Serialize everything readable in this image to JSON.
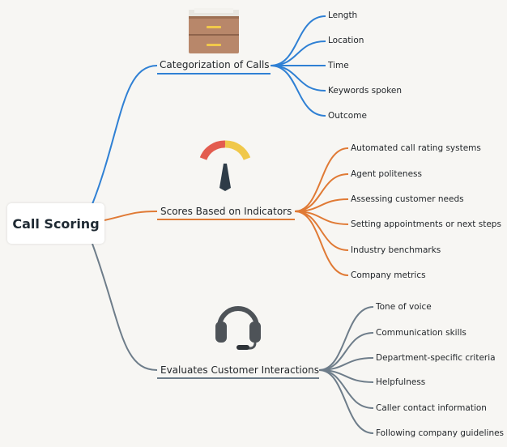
{
  "root": "Call Scoring",
  "colors": {
    "background": "#f7f6f3",
    "branch1": "#2f80d4",
    "branch2": "#e07a35",
    "branch3": "#6e7d8a"
  },
  "branches": [
    {
      "label": "Categorization of Calls",
      "icon": "file-cabinet-icon",
      "children": [
        "Length",
        "Location",
        "Time",
        "Keywords spoken",
        "Outcome"
      ]
    },
    {
      "label": "Scores Based on Indicators",
      "icon": "gauge-icon",
      "children": [
        "Automated call rating systems",
        "Agent politeness",
        "Assessing customer needs",
        "Setting appointments or next steps",
        "Industry benchmarks",
        "Company metrics"
      ]
    },
    {
      "label": "Evaluates Customer Interactions",
      "icon": "headset-icon",
      "children": [
        "Tone of voice",
        "Communication skills",
        "Department-specific criteria",
        "Helpfulness",
        "Caller contact information",
        "Following company guidelines"
      ]
    }
  ]
}
